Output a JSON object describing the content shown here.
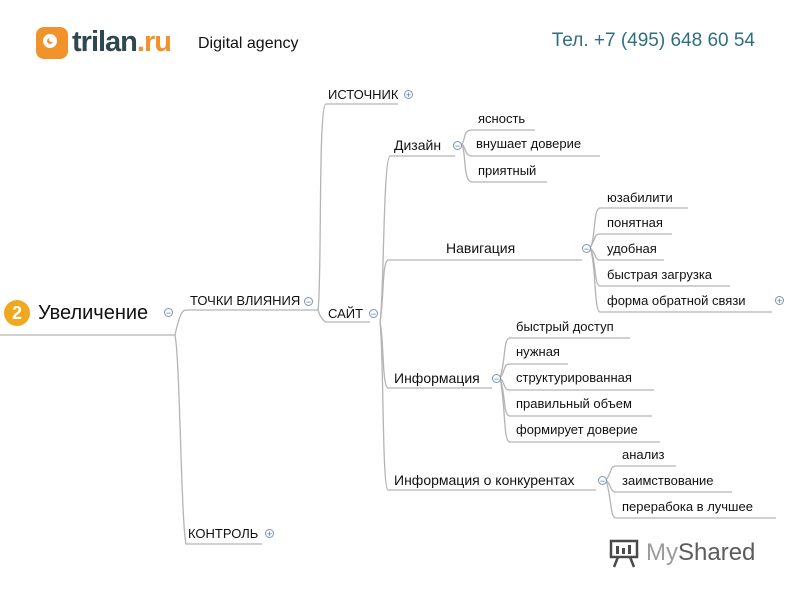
{
  "header": {
    "logo_text_main": "trilan",
    "logo_text_tld": ".ru",
    "tagline": "Digital agency",
    "phone": "Тел. +7 (495) 648 60 54"
  },
  "root": {
    "badge": "2",
    "label": "Увеличение"
  },
  "branches": {
    "touch_points": "ТОЧКИ ВЛИЯНИЯ",
    "control": "КОНТРОЛЬ",
    "source": "ИСТОЧНИК",
    "site": "САЙТ"
  },
  "design": {
    "label": "Дизайн",
    "items": [
      "ясность",
      "внушает доверие",
      "приятный"
    ]
  },
  "navigation": {
    "label": "Навигация",
    "items": [
      "юзабилити",
      "понятная",
      "удобная",
      "быстрая загрузка",
      "форма обратной связи"
    ]
  },
  "information": {
    "label": "Информация",
    "items": [
      "быстрый доступ",
      "нужная",
      "структурированная",
      "правильный объем",
      "формирует доверие"
    ]
  },
  "competitors": {
    "label": "Информация о конкурентах",
    "items": [
      "анализ",
      "заимствование",
      "перерабока в лучшее"
    ]
  },
  "watermark": {
    "part1": "My",
    "part2": "Shared"
  },
  "icons": {
    "collapse": "minus-toggle-icon",
    "expand": "plus-toggle-icon"
  },
  "colors": {
    "brand_orange": "#f2922a",
    "brand_dark": "#2e4750",
    "phone": "#2e6f83",
    "line": "#b0b0b0"
  }
}
